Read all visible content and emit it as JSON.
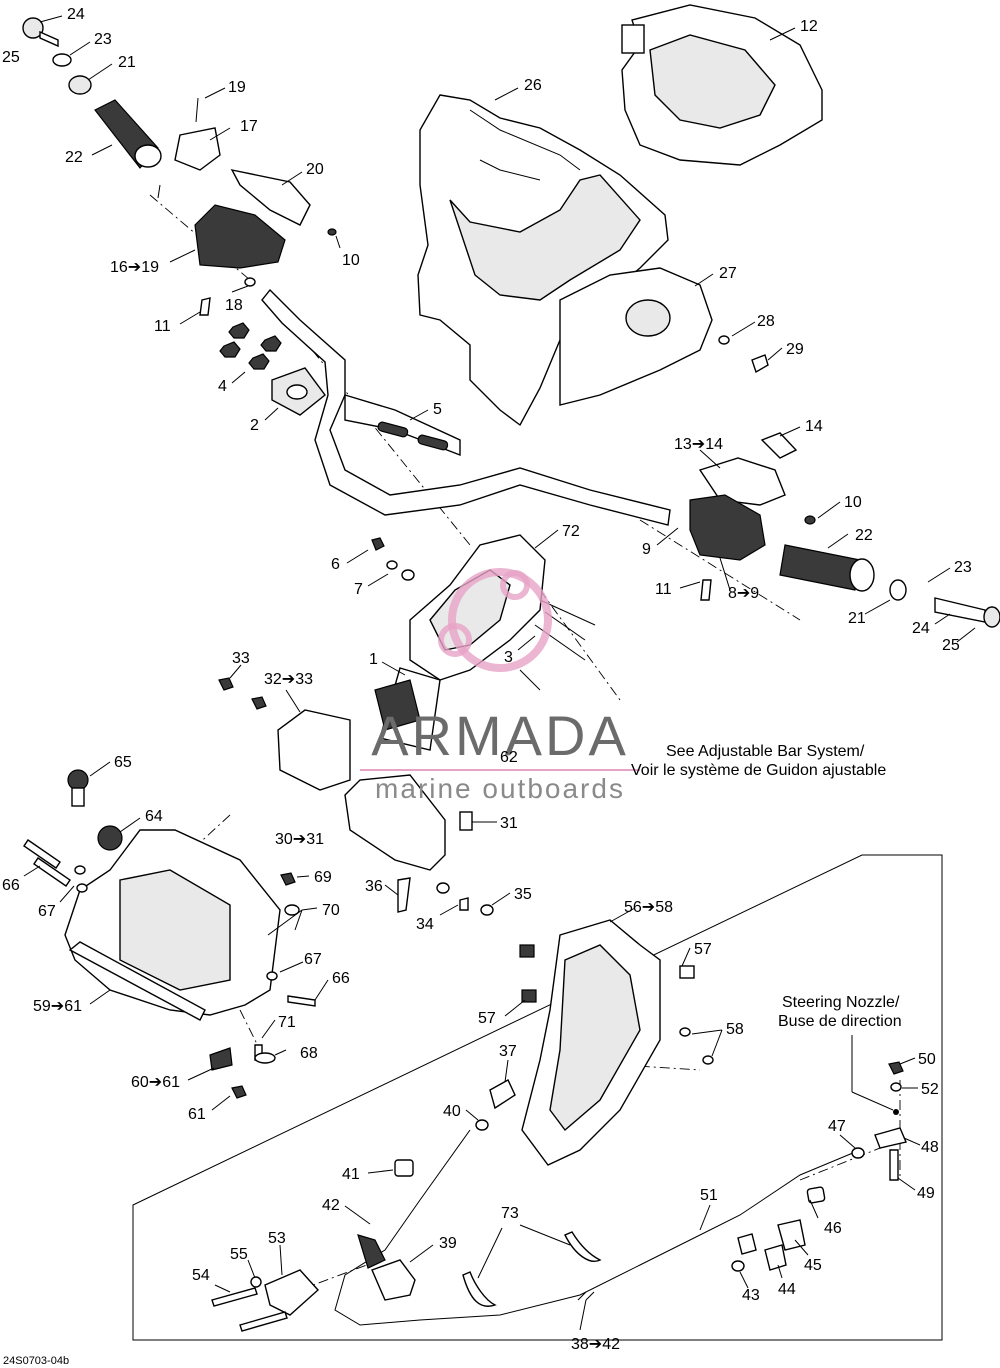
{
  "figure_code": "24S0703-04b",
  "notes": {
    "adjustable_line1": "See Adjustable Bar System/",
    "adjustable_line2": "Voir le système de Guidon ajustable",
    "nozzle_line1": "Steering Nozzle/",
    "nozzle_line2": "Buse de direction"
  },
  "watermark": {
    "brand": "ARMADA",
    "tagline": "marine outboards"
  },
  "callouts": [
    "24",
    "23",
    "25",
    "21",
    "22",
    "19",
    "17",
    "20",
    "10",
    "16➔19",
    "18",
    "11",
    "4",
    "2",
    "5",
    "26",
    "12",
    "27",
    "28",
    "29",
    "14",
    "13➔14",
    "10",
    "22",
    "9",
    "8➔9",
    "11",
    "23",
    "21",
    "24",
    "25",
    "72",
    "6",
    "7",
    "3",
    "1",
    "33",
    "32➔33",
    "62",
    "65",
    "64",
    "66",
    "67",
    "69",
    "70",
    "30➔31",
    "31",
    "36",
    "35",
    "34",
    "67",
    "66",
    "59➔61",
    "71",
    "68",
    "60➔61",
    "61",
    "56➔58",
    "57",
    "57",
    "58",
    "37",
    "40",
    "41",
    "42",
    "53",
    "55",
    "54",
    "39",
    "73",
    "38➔42",
    "51",
    "46",
    "45",
    "44",
    "43",
    "47",
    "48",
    "49",
    "50",
    "52"
  ]
}
